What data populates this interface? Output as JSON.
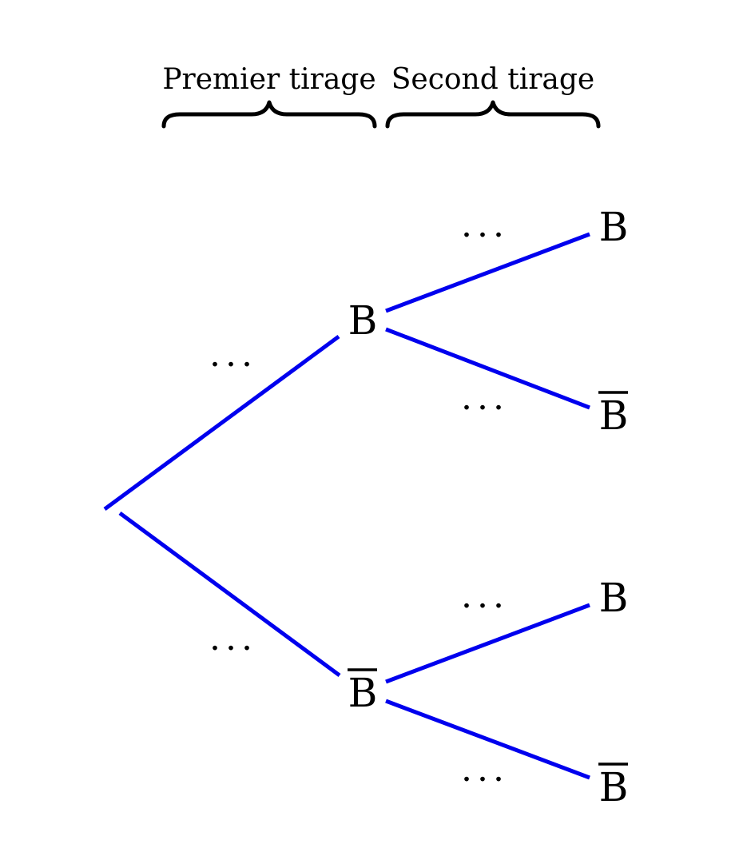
{
  "headers": {
    "first_draw": "Premier tirage",
    "second_draw": "Second tirage"
  },
  "nodes": {
    "level1_top": "B",
    "level1_bottom": "B",
    "level2_1": "B",
    "level2_2": "B",
    "level2_3": "B",
    "level2_4": "B"
  },
  "complement_nodes": [
    "level1_bottom",
    "level2_2",
    "level2_4"
  ],
  "branch_labels": {
    "root_to_top": "...",
    "root_to_bottom": "...",
    "top_to_1": "...",
    "top_to_2": "...",
    "bottom_to_3": "...",
    "bottom_to_4": "..."
  },
  "colors": {
    "branch": "#0000ee",
    "text": "#000000"
  }
}
